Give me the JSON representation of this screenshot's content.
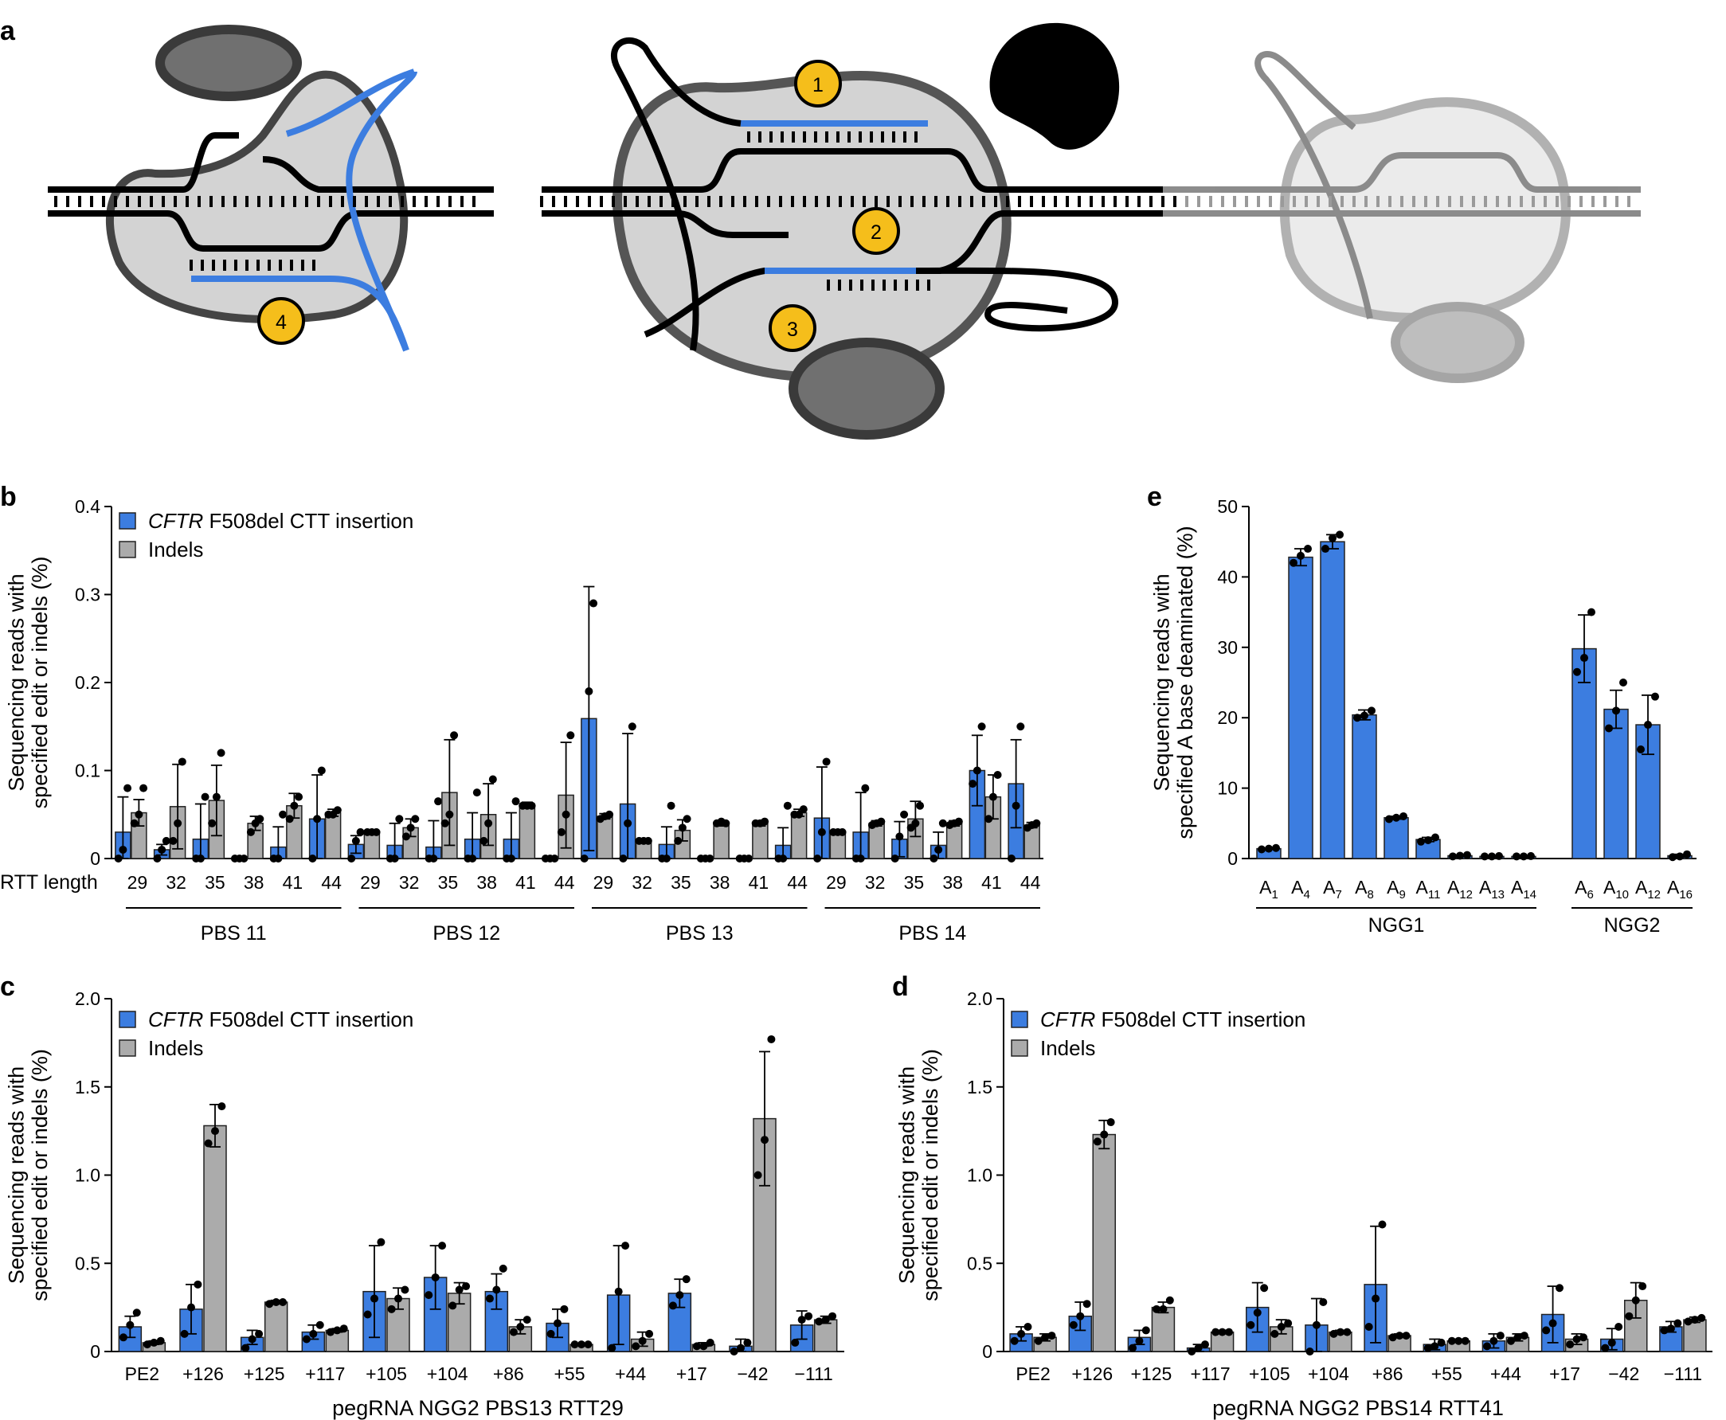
{
  "panels": {
    "a": "a",
    "b": "b",
    "c": "c",
    "d": "d",
    "e": "e",
    "schematic_numbers": [
      "1",
      "2",
      "3",
      "4"
    ]
  },
  "colors": {
    "blue": "#3C7DE0",
    "gray": "#ABABAB",
    "yellow": "#F5BE1B",
    "black": "#000000",
    "protein_light": "#D3D3D3",
    "protein_dark": "#707070"
  },
  "legend": {
    "edit_italic": "CFTR",
    "edit_rest": " F508del CTT insertion",
    "indels": "Indels"
  },
  "chart_data": [
    {
      "id": "b",
      "type": "bar",
      "ylabel_line1": "Sequencing reads with",
      "ylabel_line2": "specified edit or indels (%)",
      "ylim": [
        0,
        0.4
      ],
      "yticks": [
        "0",
        "0.1",
        "0.2",
        "0.3",
        "0.4"
      ],
      "row_label": "RTT length",
      "categories": [
        "29",
        "32",
        "35",
        "38",
        "41",
        "44",
        "29",
        "32",
        "35",
        "38",
        "41",
        "44",
        "29",
        "32",
        "35",
        "38",
        "41",
        "44",
        "29",
        "32",
        "35",
        "38",
        "41",
        "44"
      ],
      "groups": [
        {
          "label": "PBS 11",
          "start": 0,
          "end": 5
        },
        {
          "label": "PBS 12",
          "start": 6,
          "end": 11
        },
        {
          "label": "PBS 13",
          "start": 12,
          "end": 17
        },
        {
          "label": "PBS 14",
          "start": 18,
          "end": 23
        }
      ],
      "series": [
        {
          "name": "CFTR F508del CTT insertion",
          "values": [
            0.03,
            0.01,
            0.022,
            0.0,
            0.013,
            0.045,
            0.016,
            0.015,
            0.013,
            0.022,
            0.022,
            0.0,
            0.159,
            0.062,
            0.016,
            0.0,
            0.0,
            0.015,
            0.046,
            0.03,
            0.022,
            0.015,
            0.1,
            0.085
          ],
          "errors": [
            0.04,
            0.006,
            0.04,
            0.0,
            0.023,
            0.05,
            0.01,
            0.025,
            0.03,
            0.03,
            0.03,
            0.0,
            0.15,
            0.08,
            0.02,
            0.0,
            0.0,
            0.02,
            0.058,
            0.045,
            0.02,
            0.015,
            0.04,
            0.05
          ],
          "points": [
            [
              0,
              0.01,
              0.08
            ],
            [
              0,
              0.01,
              0.02
            ],
            [
              0,
              0,
              0.07
            ],
            [
              0,
              0,
              0
            ],
            [
              0,
              0,
              0.05
            ],
            [
              0,
              0.045,
              0.1
            ],
            [
              0,
              0.02,
              0.03
            ],
            [
              0,
              0,
              0.045
            ],
            [
              0,
              0,
              0.065
            ],
            [
              0,
              0,
              0.075
            ],
            [
              0,
              0,
              0.065
            ],
            [
              0,
              0,
              0
            ],
            [
              0,
              0.19,
              0.29
            ],
            [
              0,
              0.04,
              0.15
            ],
            [
              0,
              0,
              0.06
            ],
            [
              0,
              0,
              0
            ],
            [
              0,
              0,
              0
            ],
            [
              0,
              0,
              0.06
            ],
            [
              0,
              0.03,
              0.11
            ],
            [
              0,
              0,
              0.08
            ],
            [
              0,
              0.025,
              0.05
            ],
            [
              0,
              0.01,
              0.04
            ],
            [
              0.085,
              0.1,
              0.15
            ],
            [
              0,
              0.06,
              0.15
            ]
          ]
        },
        {
          "name": "Indels",
          "values": [
            0.052,
            0.059,
            0.066,
            0.04,
            0.06,
            0.052,
            0.03,
            0.035,
            0.075,
            0.05,
            0.061,
            0.072,
            0.048,
            0.02,
            0.032,
            0.04,
            0.04,
            0.052,
            0.03,
            0.04,
            0.045,
            0.04,
            0.07,
            0.038
          ],
          "errors": [
            0.015,
            0.048,
            0.04,
            0.008,
            0.014,
            0.004,
            0.0,
            0.01,
            0.06,
            0.035,
            0.003,
            0.06,
            0.003,
            0.002,
            0.012,
            0.003,
            0.003,
            0.004,
            0.0,
            0.003,
            0.02,
            0.003,
            0.025,
            0.003
          ],
          "points": [
            [
              0.04,
              0.05,
              0.08
            ],
            [
              0.02,
              0.04,
              0.11
            ],
            [
              0.04,
              0.07,
              0.12
            ],
            [
              0.03,
              0.04,
              0.045
            ],
            [
              0.045,
              0.06,
              0.07
            ],
            [
              0.05,
              0.05,
              0.055
            ],
            [
              0.03,
              0.03,
              0.03
            ],
            [
              0.025,
              0.035,
              0.045
            ],
            [
              0.04,
              0.05,
              0.14
            ],
            [
              0.02,
              0.04,
              0.09
            ],
            [
              0.06,
              0.06,
              0.06
            ],
            [
              0.03,
              0.05,
              0.14
            ],
            [
              0.045,
              0.048,
              0.05
            ],
            [
              0.02,
              0.02,
              0.02
            ],
            [
              0.02,
              0.035,
              0.045
            ],
            [
              0.04,
              0.042,
              0.04
            ],
            [
              0.04,
              0.04,
              0.042
            ],
            [
              0.05,
              0.05,
              0.056
            ],
            [
              0.03,
              0.03,
              0.03
            ],
            [
              0.038,
              0.04,
              0.042
            ],
            [
              0.035,
              0.04,
              0.06
            ],
            [
              0.038,
              0.04,
              0.042
            ],
            [
              0.045,
              0.07,
              0.095
            ],
            [
              0.035,
              0.038,
              0.04
            ]
          ]
        }
      ]
    },
    {
      "id": "c",
      "type": "bar",
      "ylabel_line1": "Sequencing reads with",
      "ylabel_line2": "specified edit or indels (%)",
      "xlabel": "pegRNA NGG2 PBS13 RTT29",
      "ylim": [
        0,
        2.0
      ],
      "yticks": [
        "0",
        "0.5",
        "1.0",
        "1.5",
        "2.0"
      ],
      "categories": [
        "PE2",
        "+126",
        "+125",
        "+117",
        "+105",
        "+104",
        "+86",
        "+55",
        "+44",
        "+17",
        "−42",
        "−111"
      ],
      "series": [
        {
          "name": "CFTR F508del CTT insertion",
          "values": [
            0.14,
            0.24,
            0.08,
            0.11,
            0.34,
            0.42,
            0.34,
            0.16,
            0.32,
            0.33,
            0.03,
            0.15
          ],
          "errors": [
            0.06,
            0.14,
            0.04,
            0.04,
            0.26,
            0.18,
            0.1,
            0.08,
            0.28,
            0.08,
            0.04,
            0.08
          ],
          "points": [
            [
              0.08,
              0.15,
              0.22
            ],
            [
              0.1,
              0.25,
              0.38
            ],
            [
              0.02,
              0.07,
              0.1
            ],
            [
              0.07,
              0.1,
              0.15
            ],
            [
              0.21,
              0.3,
              0.62
            ],
            [
              0.32,
              0.42,
              0.6
            ],
            [
              0.3,
              0.35,
              0.47
            ],
            [
              0.1,
              0.16,
              0.24
            ],
            [
              0.02,
              0.34,
              0.6
            ],
            [
              0.26,
              0.32,
              0.41
            ],
            [
              0.0,
              0.02,
              0.05
            ],
            [
              0.05,
              0.18,
              0.2
            ]
          ]
        },
        {
          "name": "Indels",
          "values": [
            0.05,
            1.28,
            0.28,
            0.12,
            0.3,
            0.33,
            0.14,
            0.04,
            0.07,
            0.04,
            1.32,
            0.18
          ],
          "errors": [
            0.01,
            0.12,
            0.01,
            0.01,
            0.06,
            0.06,
            0.04,
            0.003,
            0.04,
            0.01,
            0.38,
            0.02
          ],
          "points": [
            [
              0.04,
              0.05,
              0.06
            ],
            [
              1.18,
              1.25,
              1.39
            ],
            [
              0.27,
              0.28,
              0.28
            ],
            [
              0.11,
              0.12,
              0.13
            ],
            [
              0.24,
              0.3,
              0.35
            ],
            [
              0.26,
              0.35,
              0.37
            ],
            [
              0.11,
              0.14,
              0.18
            ],
            [
              0.04,
              0.04,
              0.04
            ],
            [
              0.03,
              0.06,
              0.1
            ],
            [
              0.03,
              0.03,
              0.05
            ],
            [
              1.0,
              1.2,
              1.77
            ],
            [
              0.17,
              0.18,
              0.2
            ]
          ]
        }
      ]
    },
    {
      "id": "d",
      "type": "bar",
      "ylabel_line1": "Sequencing reads with",
      "ylabel_line2": "specified edit or indels (%)",
      "xlabel": "pegRNA NGG2 PBS14 RTT41",
      "ylim": [
        0,
        2.0
      ],
      "yticks": [
        "0",
        "0.5",
        "1.0",
        "1.5",
        "2.0"
      ],
      "categories": [
        "PE2",
        "+126",
        "+125",
        "+117",
        "+105",
        "+104",
        "+86",
        "+55",
        "+44",
        "+17",
        "−42",
        "−111"
      ],
      "series": [
        {
          "name": "CFTR F508del CTT insertion",
          "values": [
            0.1,
            0.2,
            0.08,
            0.02,
            0.25,
            0.15,
            0.38,
            0.04,
            0.06,
            0.21,
            0.07,
            0.14
          ],
          "errors": [
            0.04,
            0.08,
            0.04,
            0.02,
            0.14,
            0.15,
            0.33,
            0.03,
            0.04,
            0.16,
            0.06,
            0.03
          ],
          "points": [
            [
              0.06,
              0.1,
              0.14
            ],
            [
              0.15,
              0.2,
              0.27
            ],
            [
              0.02,
              0.06,
              0.12
            ],
            [
              0.0,
              0.02,
              0.04
            ],
            [
              0.15,
              0.22,
              0.36
            ],
            [
              0.0,
              0.15,
              0.28
            ],
            [
              0.14,
              0.3,
              0.72
            ],
            [
              0.02,
              0.03,
              0.05
            ],
            [
              0.03,
              0.06,
              0.09
            ],
            [
              0.12,
              0.16,
              0.36
            ],
            [
              0.02,
              0.05,
              0.14
            ],
            [
              0.12,
              0.13,
              0.16
            ]
          ]
        },
        {
          "name": "Indels",
          "values": [
            0.08,
            1.23,
            0.25,
            0.11,
            0.14,
            0.11,
            0.09,
            0.06,
            0.08,
            0.07,
            0.29,
            0.18
          ],
          "errors": [
            0.02,
            0.08,
            0.03,
            0.01,
            0.04,
            0.01,
            0.01,
            0.005,
            0.02,
            0.03,
            0.1,
            0.015
          ],
          "points": [
            [
              0.06,
              0.08,
              0.09
            ],
            [
              1.19,
              1.23,
              1.3
            ],
            [
              0.24,
              0.24,
              0.29
            ],
            [
              0.11,
              0.11,
              0.11
            ],
            [
              0.1,
              0.14,
              0.16
            ],
            [
              0.1,
              0.11,
              0.11
            ],
            [
              0.08,
              0.09,
              0.09
            ],
            [
              0.06,
              0.06,
              0.06
            ],
            [
              0.06,
              0.08,
              0.09
            ],
            [
              0.04,
              0.07,
              0.08
            ],
            [
              0.2,
              0.29,
              0.37
            ],
            [
              0.17,
              0.18,
              0.19
            ]
          ]
        }
      ]
    },
    {
      "id": "e",
      "type": "bar",
      "ylabel_line1": "Sequencing reads with",
      "ylabel_line2": "specified A base deaminated (%)",
      "ylim": [
        0,
        50
      ],
      "yticks": [
        "0",
        "10",
        "20",
        "30",
        "40",
        "50"
      ],
      "categories": [
        {
          "base": "A",
          "sub": "1"
        },
        {
          "base": "A",
          "sub": "4"
        },
        {
          "base": "A",
          "sub": "7"
        },
        {
          "base": "A",
          "sub": "8"
        },
        {
          "base": "A",
          "sub": "9"
        },
        {
          "base": "A",
          "sub": "11"
        },
        {
          "base": "A",
          "sub": "12"
        },
        {
          "base": "A",
          "sub": "13"
        },
        {
          "base": "A",
          "sub": "14"
        },
        {
          "base": "A",
          "sub": "6"
        },
        {
          "base": "A",
          "sub": "10"
        },
        {
          "base": "A",
          "sub": "12"
        },
        {
          "base": "A",
          "sub": "16"
        }
      ],
      "groups": [
        {
          "label": "NGG1",
          "start": 0,
          "end": 8
        },
        {
          "label": "NGG2",
          "start": 9,
          "end": 12
        }
      ],
      "series": [
        {
          "name": "A base deaminated",
          "values": [
            1.4,
            42.8,
            45.0,
            20.4,
            5.8,
            2.7,
            0.4,
            0.3,
            0.3,
            29.8,
            21.2,
            19.0,
            0.4
          ],
          "errors": [
            0.1,
            1.2,
            1.0,
            0.7,
            0.2,
            0.3,
            0.1,
            0.05,
            0.05,
            4.8,
            2.7,
            4.2,
            0.2
          ],
          "points": [
            [
              1.3,
              1.4,
              1.5
            ],
            [
              42.0,
              43.0,
              44.0
            ],
            [
              44.0,
              45.5,
              46.0
            ],
            [
              20.0,
              20.3,
              21.0
            ],
            [
              5.6,
              5.8,
              6.0
            ],
            [
              2.4,
              2.6,
              3.0
            ],
            [
              0.3,
              0.4,
              0.5
            ],
            [
              0.3,
              0.3,
              0.35
            ],
            [
              0.3,
              0.3,
              0.35
            ],
            [
              26.5,
              28.5,
              35.0
            ],
            [
              18.5,
              21.0,
              25.0
            ],
            [
              15.5,
              19.0,
              23.0
            ],
            [
              0.2,
              0.3,
              0.6
            ]
          ]
        }
      ]
    }
  ]
}
